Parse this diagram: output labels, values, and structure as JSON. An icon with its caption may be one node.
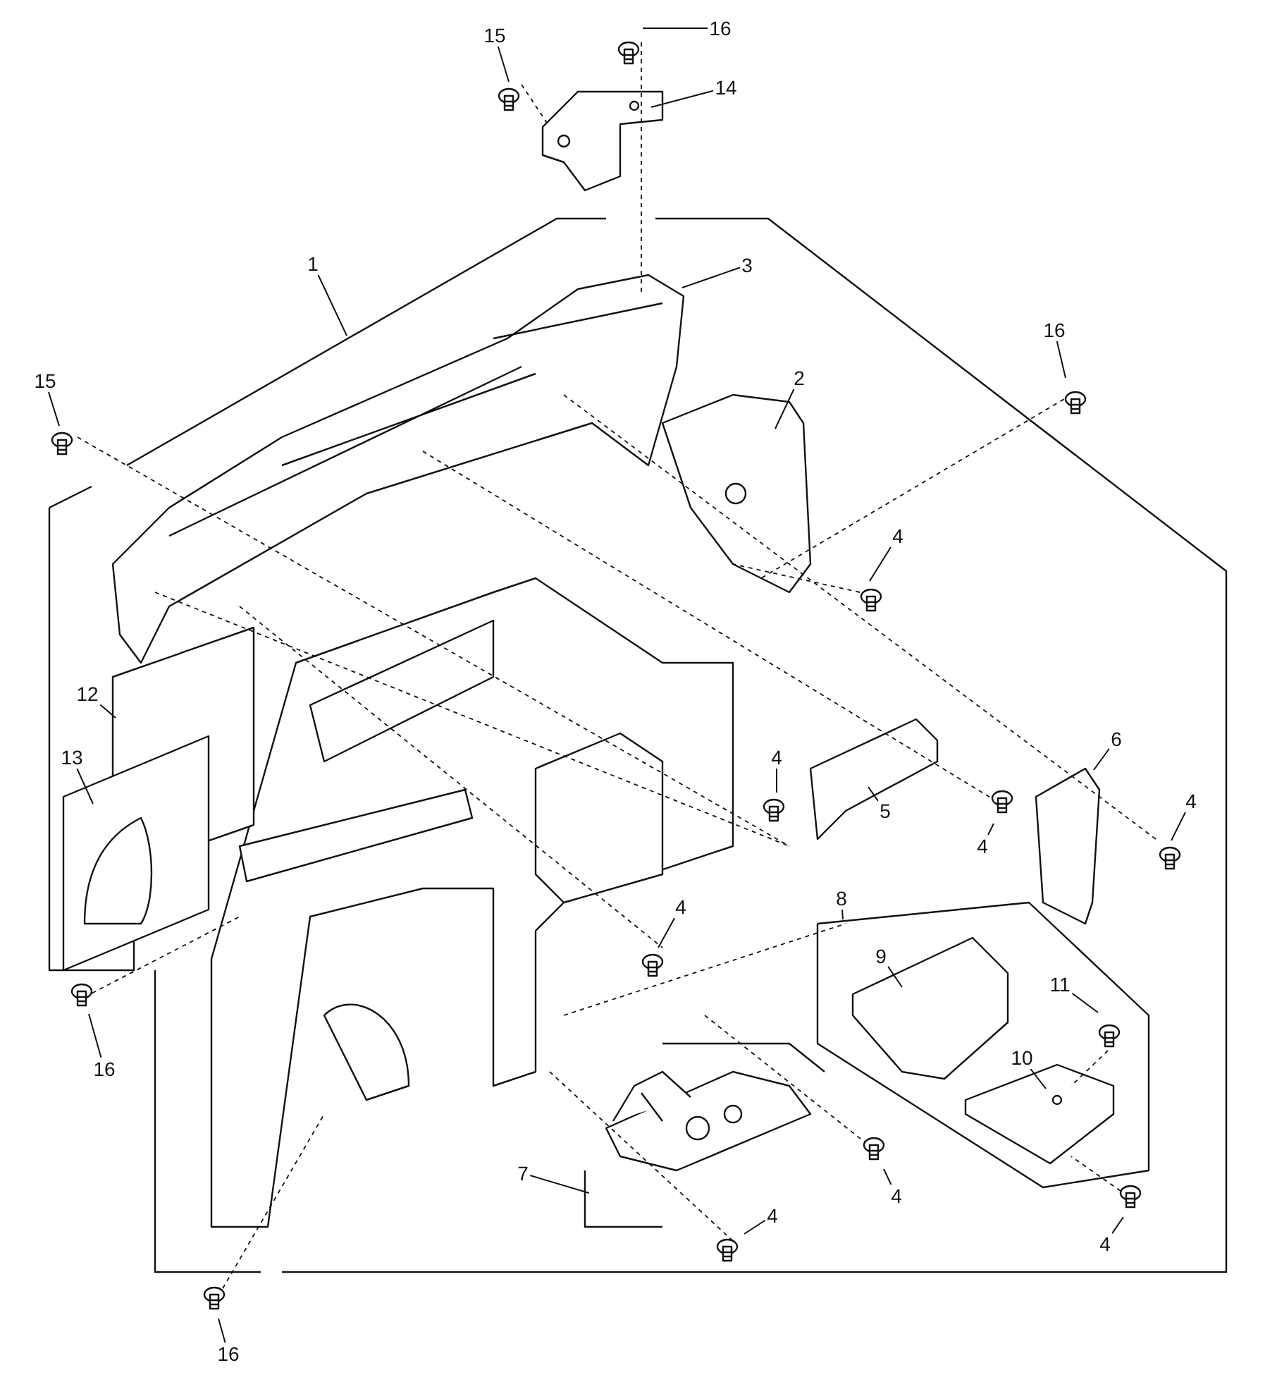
{
  "diagram": {
    "nodes": [
      {
        "text": [
          "15"
        ]
      },
      {
        "text": [
          "16"
        ]
      },
      {
        "text": [
          "14"
        ]
      },
      {
        "text": [
          "1"
        ]
      },
      {
        "text": [
          "3"
        ]
      },
      {
        "text": [
          "16"
        ]
      },
      {
        "text": [
          "2"
        ]
      },
      {
        "text": [
          "15"
        ]
      },
      {
        "text": [
          "4"
        ]
      },
      {
        "text": [
          "12"
        ]
      },
      {
        "text": [
          "6"
        ]
      },
      {
        "text": [
          "13"
        ]
      },
      {
        "text": [
          "4"
        ]
      },
      {
        "text": [
          "4"
        ]
      },
      {
        "text": [
          "5"
        ]
      },
      {
        "text": [
          "4"
        ]
      },
      {
        "text": [
          "8"
        ]
      },
      {
        "text": [
          "9"
        ]
      },
      {
        "text": [
          "4"
        ]
      },
      {
        "text": [
          "11"
        ]
      },
      {
        "text": [
          "16"
        ]
      },
      {
        "text": [
          "10"
        ]
      },
      {
        "text": [
          "7"
        ]
      },
      {
        "text": [
          "4"
        ]
      },
      {
        "text": [
          "4"
        ]
      },
      {
        "text": [
          "4"
        ]
      },
      {
        "text": [
          "16"
        ]
      }
    ],
    "edges": [
      {
        "from": 0,
        "to": null,
        "arrow": "none"
      },
      {
        "from": 1,
        "to": null,
        "arrow": "none"
      },
      {
        "from": 2,
        "to": null,
        "arrow": "none"
      },
      {
        "from": 3,
        "to": null,
        "arrow": "none"
      },
      {
        "from": 4,
        "to": null,
        "arrow": "none"
      },
      {
        "from": 5,
        "to": null,
        "arrow": "none"
      },
      {
        "from": 6,
        "to": null,
        "arrow": "none"
      },
      {
        "from": 7,
        "to": null,
        "arrow": "none"
      },
      {
        "from": 8,
        "to": null,
        "arrow": "none"
      },
      {
        "from": 9,
        "to": null,
        "arrow": "none"
      },
      {
        "from": 10,
        "to": null,
        "arrow": "none"
      },
      {
        "from": 11,
        "to": null,
        "arrow": "none"
      },
      {
        "from": 12,
        "to": null,
        "arrow": "none"
      },
      {
        "from": 13,
        "to": null,
        "arrow": "none"
      },
      {
        "from": 14,
        "to": null,
        "arrow": "none"
      },
      {
        "from": 15,
        "to": null,
        "arrow": "none"
      },
      {
        "from": 16,
        "to": null,
        "arrow": "none"
      },
      {
        "from": 17,
        "to": null,
        "arrow": "none"
      },
      {
        "from": 18,
        "to": null,
        "arrow": "none"
      },
      {
        "from": 19,
        "to": null,
        "arrow": "none"
      },
      {
        "from": 20,
        "to": null,
        "arrow": "none"
      },
      {
        "from": 21,
        "to": null,
        "arrow": "none"
      },
      {
        "from": 22,
        "to": null,
        "arrow": "none"
      },
      {
        "from": 23,
        "to": null,
        "arrow": "none"
      },
      {
        "from": 24,
        "to": null,
        "arrow": "none"
      },
      {
        "from": 25,
        "to": null,
        "arrow": "none"
      },
      {
        "from": 26,
        "to": null,
        "arrow": "none"
      }
    ]
  }
}
